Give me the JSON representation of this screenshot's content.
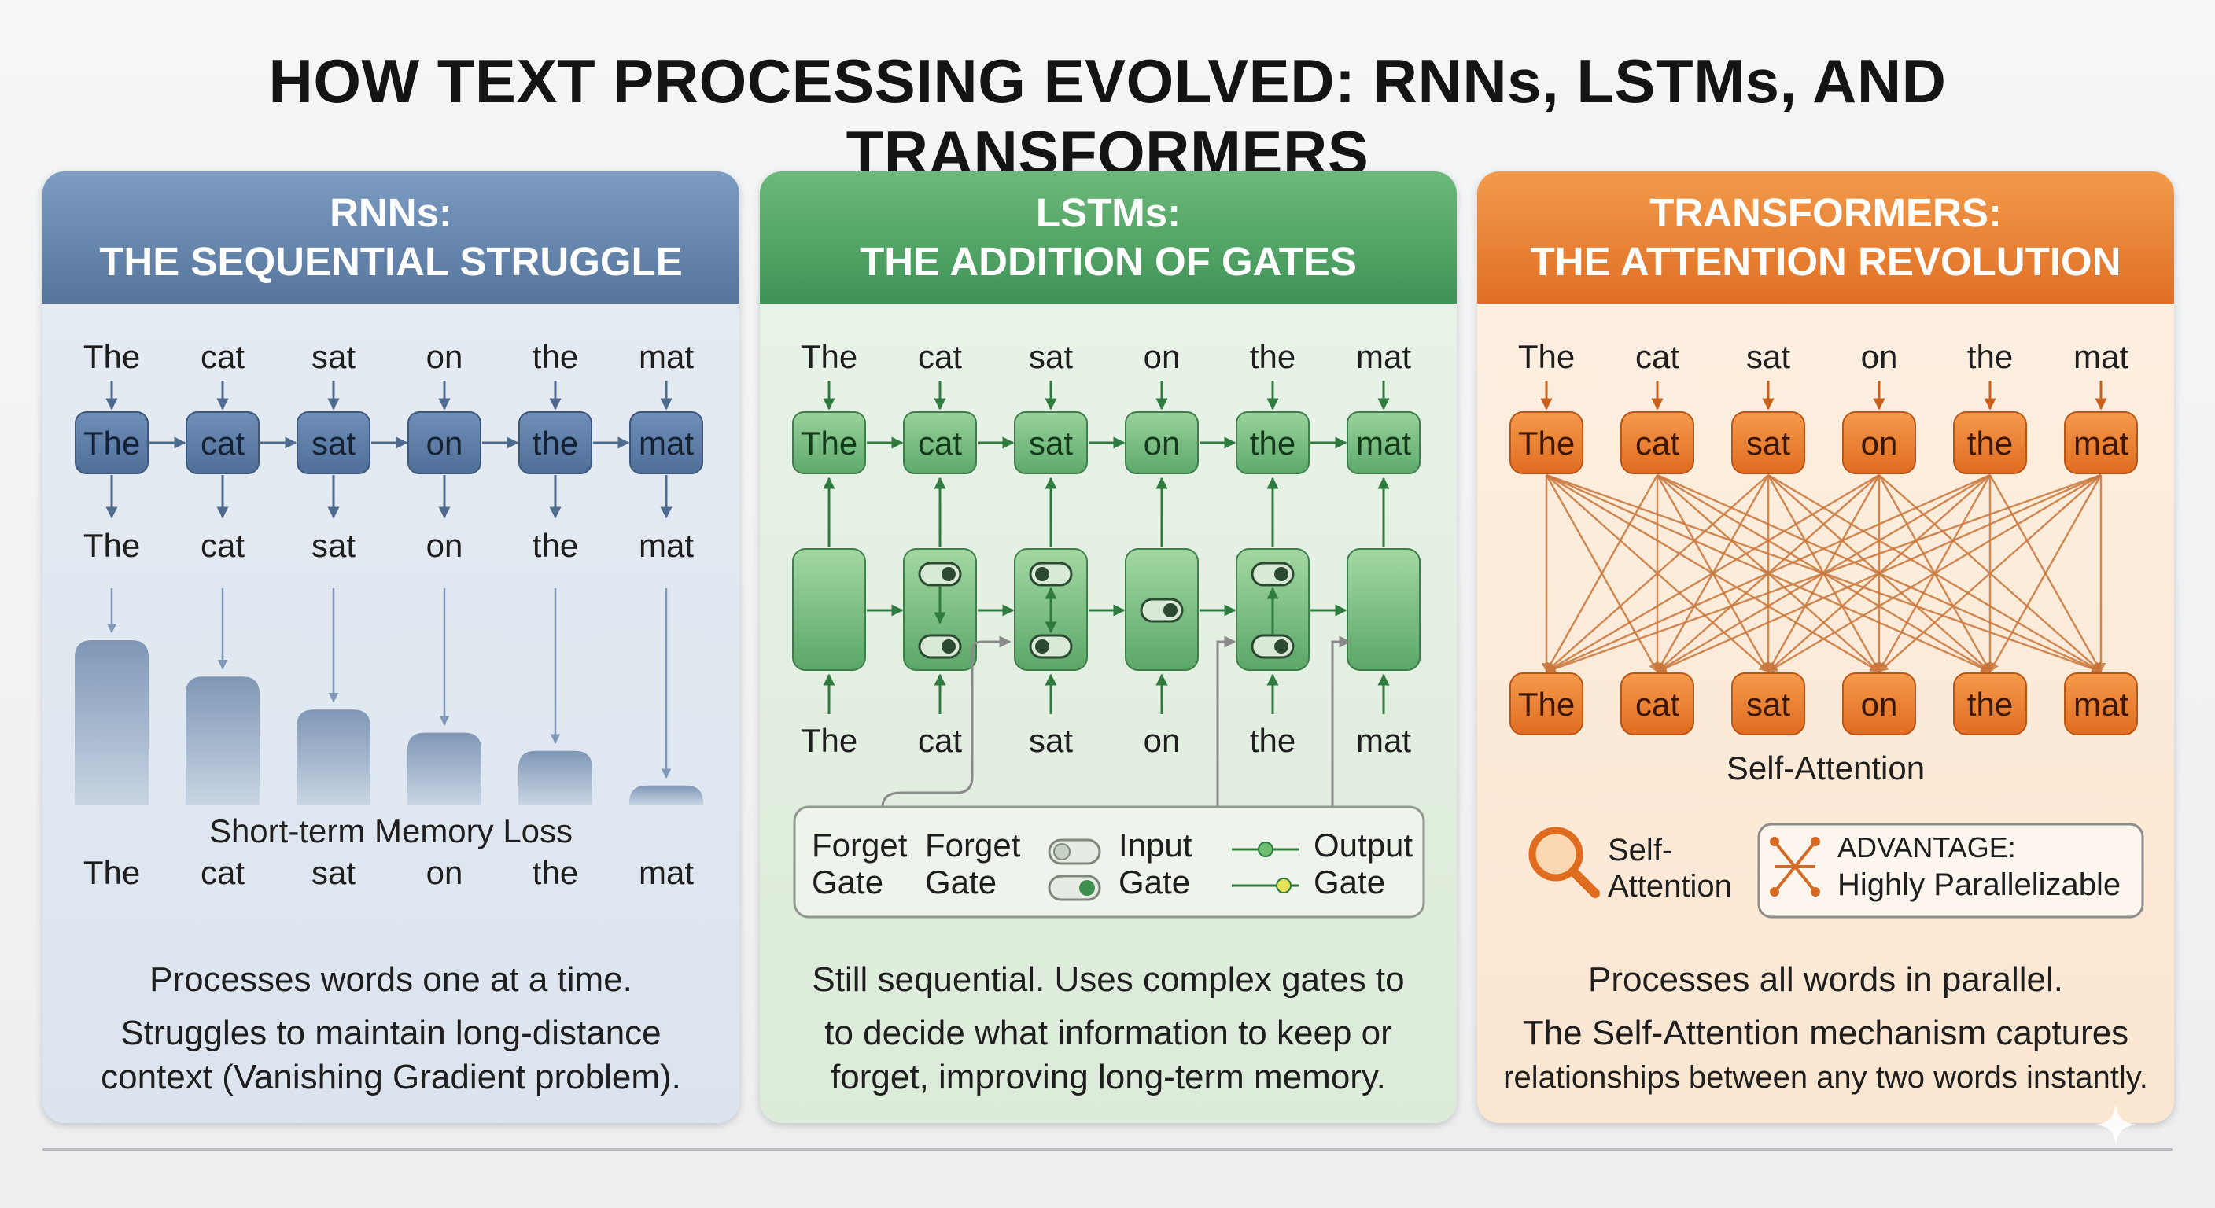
{
  "title": "HOW TEXT PROCESSING EVOLVED: RNNs, LSTMs, AND TRANSFORMERS",
  "words": [
    "The",
    "cat",
    "sat",
    "on",
    "the",
    "mat"
  ],
  "colors": {
    "rnn_accent": "#55759d",
    "lstm_accent": "#3f9357",
    "transformer_accent": "#e06f25"
  },
  "rnn": {
    "header_line1": "RNNs:",
    "header_line2": "THE SEQUENTIAL STRUGGLE",
    "memory_label": "Short-term Memory Loss",
    "memory_levels": [
      1.0,
      0.78,
      0.58,
      0.44,
      0.33,
      0.12
    ],
    "desc_line1": "Processes words one at a time.",
    "desc_line2": "Struggles to maintain long-distance",
    "desc_line3": "context (Vanishing Gradient problem)."
  },
  "lstm": {
    "header_line1": "LSTMs:",
    "header_line2": "THE ADDITION OF GATES",
    "legend": {
      "forget1_line1": "Forget",
      "forget1_line2": "Gate",
      "forget2_line1": "Forget",
      "forget2_line2": "Gate",
      "input_line1": "Input",
      "input_line2": "Gate",
      "output_line1": "Output",
      "output_line2": "Gate"
    },
    "desc_line1": "Still sequential. Uses complex gates to",
    "desc_line2": "to decide what information to keep or",
    "desc_line3": "forget, improving long-term memory."
  },
  "transformer": {
    "header_line1": "TRANSFORMERS:",
    "header_line2": "THE ATTENTION REVOLUTION",
    "attention_label": "Self-Attention",
    "legend_icon_line1": "Self-",
    "legend_icon_line2": "Attention",
    "advantage_line1": "ADVANTAGE:",
    "advantage_line2": "Highly Parallelizable",
    "desc_line1": "Processes all words in parallel.",
    "desc_line2": "The Self-Attention mechanism captures",
    "desc_line3": "relationships between any two words instantly."
  }
}
